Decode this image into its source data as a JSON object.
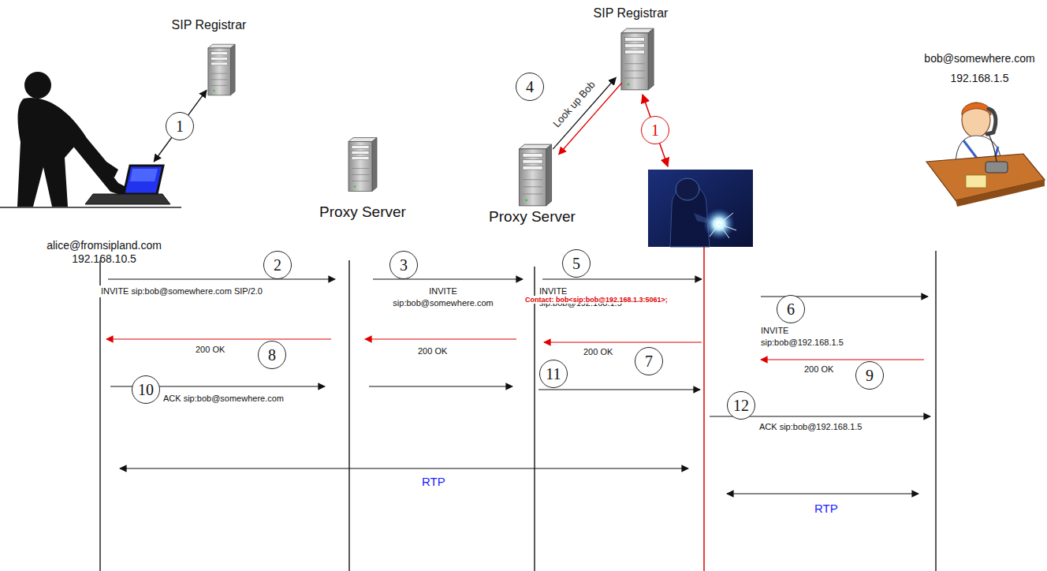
{
  "diagram": {
    "nodes": [
      {
        "text": [
          "SIP Registrar"
        ]
      },
      {
        "text": [
          "alice@fromsipland.com 192.168.10.5"
        ]
      },
      {
        "text": [
          "Proxy Server"
        ]
      },
      {
        "text": [
          "Proxy Server"
        ]
      },
      {
        "text": [
          "SIP Registrar"
        ]
      },
      {
        "text": [
          "bob@somewhere.com 192.168.1.5"
        ]
      }
    ],
    "edges": [
      {
        "from": 0,
        "to": 1,
        "arrow": "both"
      },
      {
        "from": 3,
        "to": 4,
        "arrow": "to",
        "label": "Look up Bob"
      },
      {
        "from": 4,
        "to": 3,
        "arrow": "to"
      }
    ],
    "labels": [
      "1",
      "4",
      "1",
      "2",
      "INVITE sip:bob@somewhere.com SIP/2.0",
      "3",
      "INVITE sip:bob@somewhere.com",
      "5",
      "INVITE sip:bob@192.168.1.5",
      "Contact: bob<sip:bob@192.168.1.3:5061>;",
      "6",
      "INVITE sip:bob@192.168.1.5",
      "200 OK",
      "8",
      "200 OK",
      "200 OK",
      "7",
      "200 OK",
      "9",
      "10",
      "ACK sip:bob@somewhere.com",
      "11",
      "12",
      "ACK sip:bob@192.168.1.5",
      "RTP",
      "RTP"
    ]
  }
}
